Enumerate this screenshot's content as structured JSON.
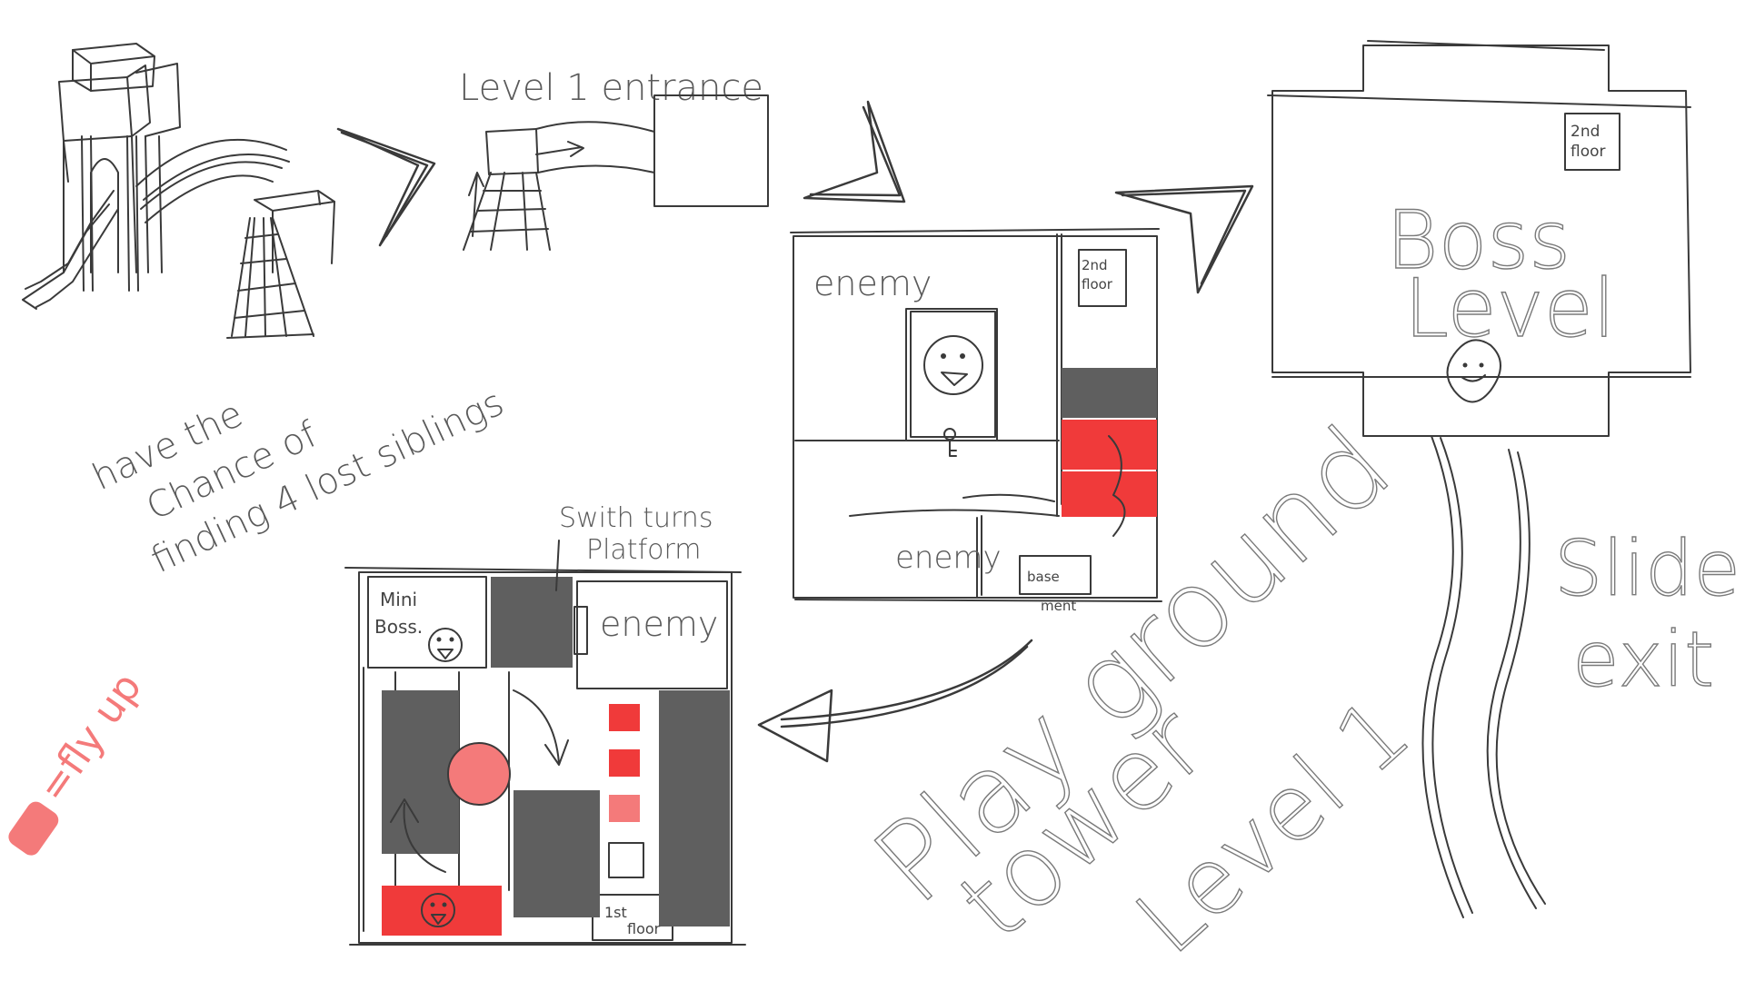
{
  "colors": {
    "ink": "#3a3a3a",
    "scribble": "#5f5f5f",
    "red": "#f03a3a",
    "pink": "#f47a7a"
  },
  "labels": {
    "level_entrance": "Level 1  entrance",
    "siblings_line1": "have the",
    "siblings_line2": "Chance of",
    "siblings_line3": "finding 4 lost siblings",
    "fly_up": "=fly up",
    "switch_line1": "Swith turns",
    "switch_line2": "Platform",
    "mini_boss_1": "Mini",
    "mini_boss_2": "Boss.",
    "enemy_1": "enemy",
    "enemy_2": "enemy",
    "enemy_3": "enemy",
    "second_floor_a_1": "2nd",
    "second_floor_a_2": "floor",
    "second_floor_b_1": "2nd",
    "second_floor_b_2": "floor",
    "base_1": "base",
    "base_2": "ment",
    "first_floor_1": "1st",
    "first_floor_2": "floor",
    "boss_1": "Boss",
    "boss_2": "Level",
    "slide_1": "Slide",
    "slide_2": "exit",
    "playground_1": "Play ground",
    "playground_2": "tower",
    "playground_3": "Level 1"
  },
  "icons": [
    "arrow-head-icon",
    "smiley-face-icon",
    "key-icon",
    "slide-icon"
  ]
}
